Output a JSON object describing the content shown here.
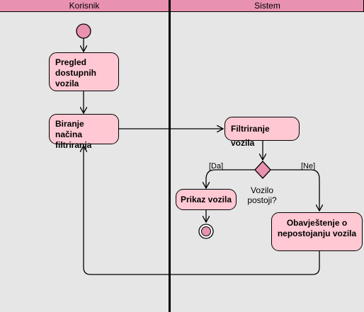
{
  "lanes": {
    "left": "Korisnik",
    "right": "Sistem"
  },
  "nodes": {
    "pregled": "Pregled dostupnih vozila",
    "biranje": "Biranje načina filtriranja",
    "filtriranje": "Filtriranje vozila",
    "prikaz": "Prikaz vozila",
    "obavjestenje": "Obavještenje o nepostojanju vozila"
  },
  "decision": {
    "question": "Vozilo postoji?",
    "yes": "[Da]",
    "no": "[Ne]"
  },
  "colors": {
    "lane_header": "#e891b0",
    "node_fill": "#ffc8d2",
    "diamond_fill": "#e891b0",
    "initial_fill": "#e891b0",
    "background": "#e6e6e6"
  }
}
